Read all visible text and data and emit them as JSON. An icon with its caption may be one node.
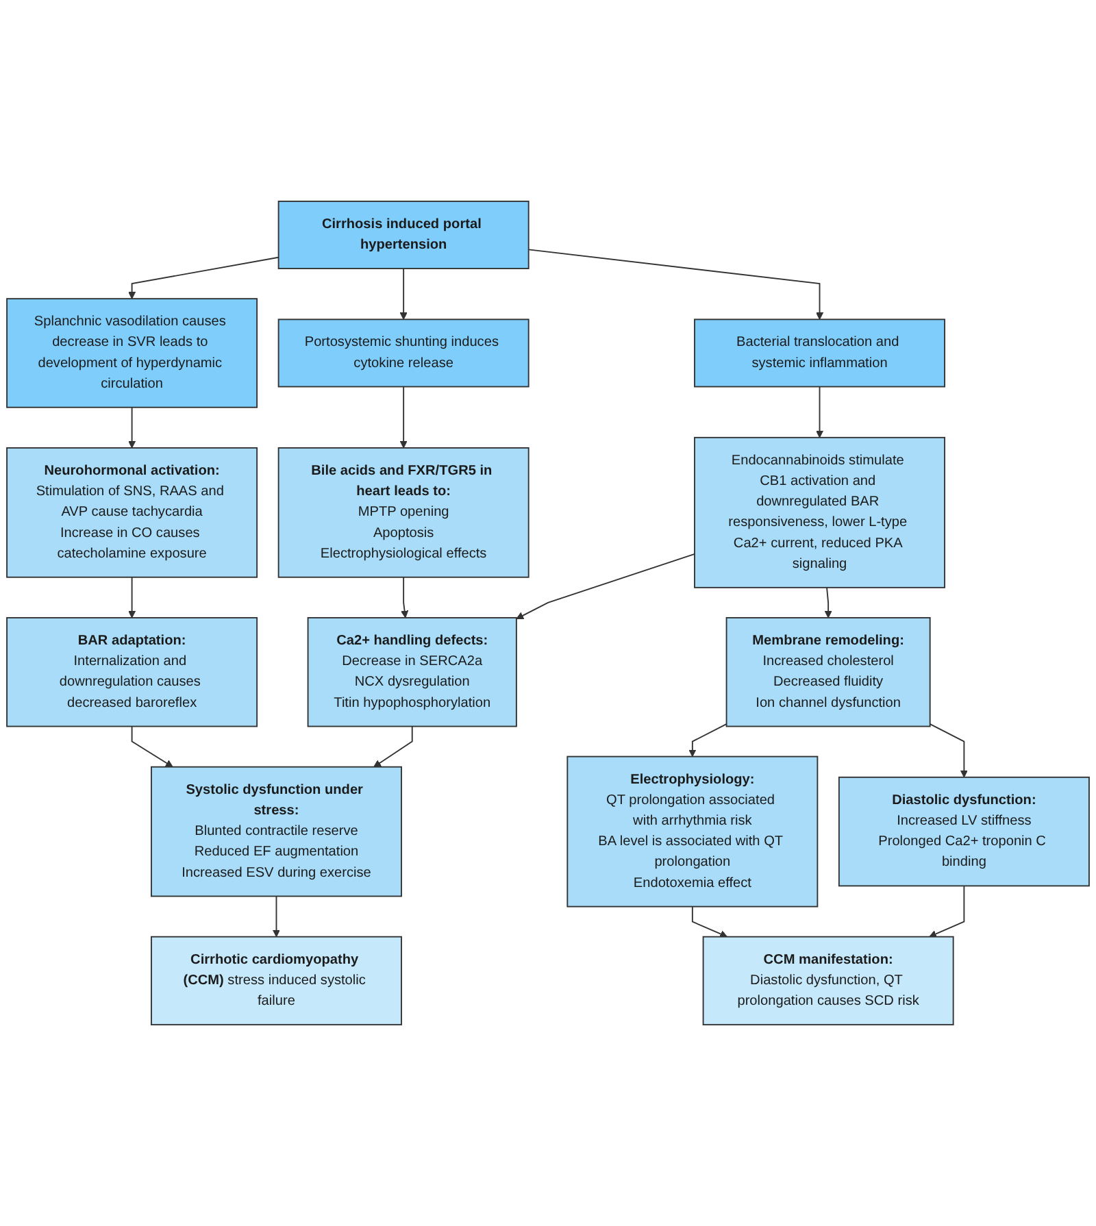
{
  "diagram": {
    "nodes": [
      {
        "text": [
          "Cirrhosis induced portal hypertension"
        ]
      },
      {
        "text": [
          "Bacterial translocation and systemic inflammation"
        ]
      },
      {
        "text": [
          "Portosystemic shunting induces cytokine release"
        ]
      },
      {
        "text": [
          "Splanchnic vasodilation causes decrease in SVR leads to development of hyperdynamic circulation"
        ]
      },
      {
        "text": [
          "Endocannabinoids stimulate CB1 activation and downregulated BAR responsiveness, lower L-type Ca2+ current, reduced PKA signaling"
        ]
      },
      {
        "text": [
          "Bile acids and FXR/TGR5 in heart leads to:",
          "MPTP opening",
          "Apoptosis",
          "Electrophysiological effects"
        ]
      },
      {
        "text": [
          "Neurohormonal activation:",
          "Stimulation of SNS, RAAS and AVP cause tachycardia",
          "Increase in CO causes catecholamine exposure"
        ]
      },
      {
        "text": [
          "Ca2+ handling defects:",
          "Decrease in SERCA2a",
          "NCX dysregulation",
          "Titin hypophosphorylation"
        ]
      },
      {
        "text": [
          "Membrane remodeling:",
          "Increased cholesterol",
          "Decreased fluidity",
          "Ion channel dysfunction"
        ]
      },
      {
        "text": [
          "BAR adaptation:",
          "Internalization and downregulation causes decreased baroreflex"
        ]
      },
      {
        "text": [
          "Diastolic dysfunction:",
          "Increased LV stiffness",
          "Prolonged Ca2+ troponin C binding"
        ]
      },
      {
        "text": [
          "Systolic dysfunction under stress:",
          "Blunted contractile reserve",
          "Reduced EF augmentation",
          "Increased ESV during exercise"
        ]
      },
      {
        "text": [
          "Electrophysiology:",
          "QT prolongation associated with arrhythmia risk",
          "BA level is associated with QT prolongation",
          "Endotoxemia effect"
        ]
      },
      {
        "text": [
          "**Cirrhotic cardiomyopathy (CCM)** stress induced systolic failure"
        ]
      },
      {
        "text": [
          "CCM manifestation:",
          "Diastolic dysfunction, QT prolongation causes SCD risk"
        ]
      }
    ],
    "edges": [
      {
        "from": 0,
        "to": 1,
        "arrow": "to"
      },
      {
        "from": 0,
        "to": 2,
        "arrow": "to"
      },
      {
        "from": 0,
        "to": 3,
        "arrow": "to"
      },
      {
        "from": 1,
        "to": 4,
        "arrow": "to"
      },
      {
        "from": 2,
        "to": 5,
        "arrow": "to"
      },
      {
        "from": 3,
        "to": 6,
        "arrow": "to"
      },
      {
        "from": 4,
        "to": 7,
        "arrow": "to"
      },
      {
        "from": 5,
        "to": 7,
        "arrow": "to"
      },
      {
        "from": 6,
        "to": 9,
        "arrow": "to"
      },
      {
        "from": 4,
        "to": 8,
        "arrow": "to"
      },
      {
        "from": 8,
        "to": 12,
        "arrow": "to"
      },
      {
        "from": 8,
        "to": 10,
        "arrow": "to"
      },
      {
        "from": 7,
        "to": 11,
        "arrow": "to"
      },
      {
        "from": 9,
        "to": 11,
        "arrow": "to"
      },
      {
        "from": 10,
        "to": 14,
        "arrow": "to"
      },
      {
        "from": 12,
        "to": 14,
        "arrow": "to"
      },
      {
        "from": 11,
        "to": 13,
        "arrow": "to"
      }
    ]
  }
}
